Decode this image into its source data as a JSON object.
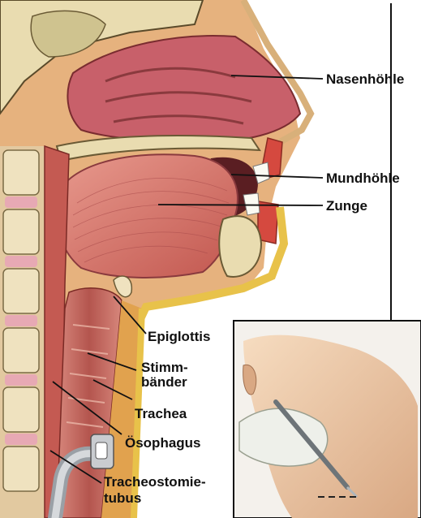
{
  "labels": {
    "nasenhoehle": "Nasenhöhle",
    "mundhoehle": "Mundhöhle",
    "zunge": "Zunge",
    "epiglottis": "Epiglottis",
    "stimmbaender_1": "Stimm-",
    "stimmbaender_2": "bänder",
    "trachea": "Trachea",
    "oesophagus": "Ösophagus",
    "tubus_1": "Tracheostomie-",
    "tubus_2": "tubus"
  },
  "colors": {
    "tissue": "#c85a5a",
    "tongue": "#d9776f",
    "bone": "#e9dcb0",
    "fat": "#f1d04a",
    "skin": "#f2c9a2",
    "line": "#111111"
  }
}
